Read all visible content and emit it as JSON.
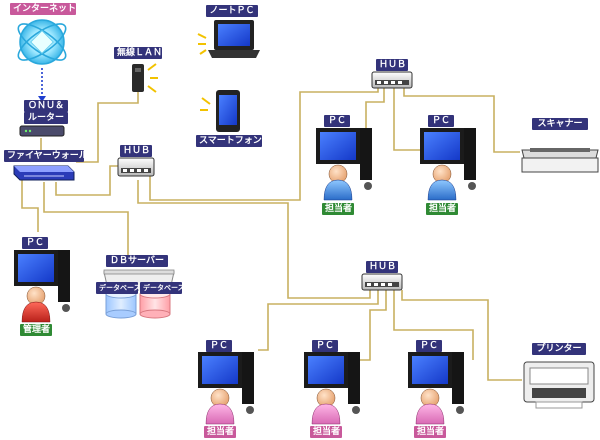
{
  "labels": {
    "internet": "インターネット",
    "onu_router_line1": "ＯＮＵ＆",
    "onu_router_line2": "ルーター",
    "firewall": "ファイヤーウォール",
    "wireless_lan": "無線ＬＡＮ",
    "notebook_pc": "ノートＰＣ",
    "smartphone": "スマートフォン",
    "hub": "ＨＵＢ",
    "pc": "ＰＣ",
    "db_server": "ＤＢサーバー",
    "database": "データベース",
    "admin": "管理者",
    "staff": "担当者",
    "scanner": "スキャナー",
    "printer": "プリンター"
  },
  "colors": {
    "cable": "#c8b060",
    "label_navy": "#33337a",
    "label_green": "#2f8a34",
    "label_pink": "#c8599b",
    "monitor_screen": "#2255ee",
    "db_blue": "#bcd9ff",
    "db_red": "#ffc9cc"
  }
}
